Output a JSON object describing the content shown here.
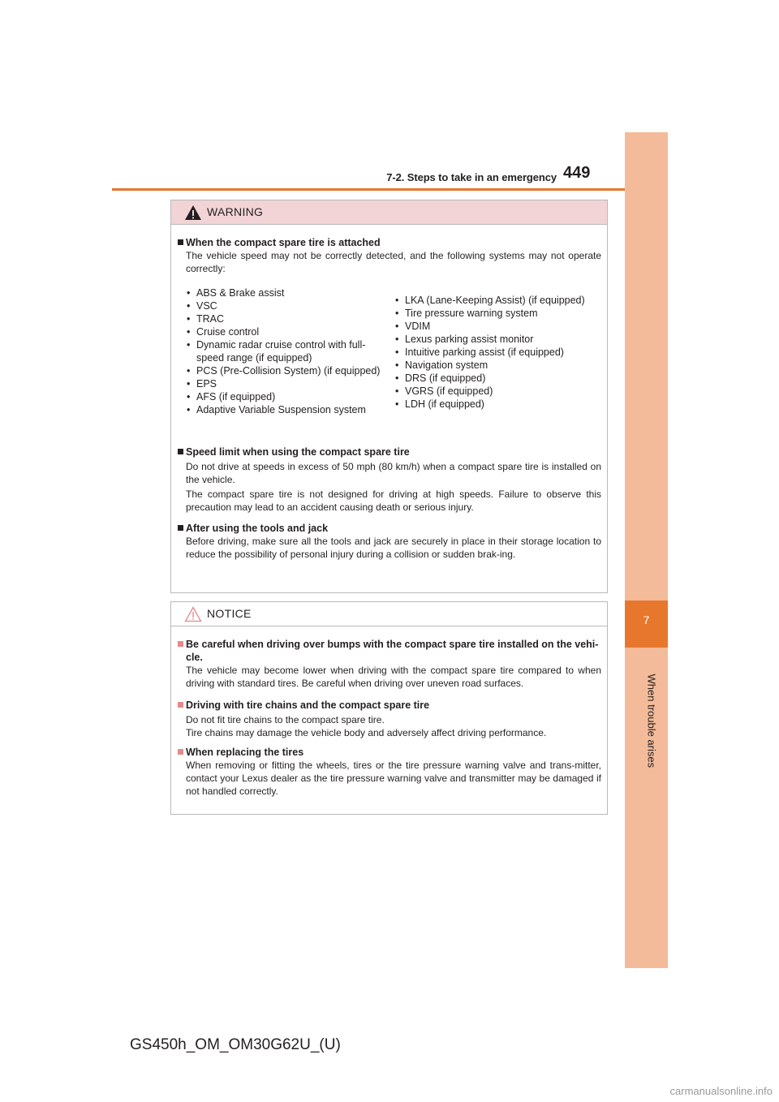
{
  "header": {
    "running_head": "7-2. Steps to take in an emergency",
    "page_number": "449"
  },
  "side_tab": {
    "chapter_number": "7",
    "chapter_label": "When trouble arises"
  },
  "warning": {
    "title": "WARNING",
    "sections": [
      {
        "heading": "When the compact spare tire is attached",
        "body": "The vehicle speed may not be correctly detected, and the following systems may not operate correctly:"
      },
      {
        "heading": "Speed limit when using the compact spare tire",
        "paragraphs": [
          "Do not drive at speeds in excess of 50 mph (80 km/h) when a compact spare tire is installed on the vehicle.",
          "The compact spare tire is not designed for driving at high speeds. Failure to observe this precaution may lead to an accident causing death or serious injury."
        ]
      },
      {
        "heading": "After using the tools and jack",
        "body": "Before driving, make sure all the tools and jack are securely in place in their storage location to reduce the possibility of personal injury during a collision or sudden brak-ing."
      }
    ],
    "systems_left": [
      "ABS & Brake assist",
      "VSC",
      "TRAC",
      "Cruise control",
      "Dynamic radar cruise control with full-speed range (if equipped)",
      "PCS (Pre-Collision System) (if equipped)",
      "EPS",
      "AFS (if equipped)",
      "Adaptive Variable Suspension system"
    ],
    "systems_right": [
      "LKA (Lane-Keeping Assist) (if equipped)",
      "Tire pressure warning system",
      "VDIM",
      "Lexus parking assist monitor",
      "Intuitive parking assist (if equipped)",
      "Navigation system",
      "DRS (if equipped)",
      "VGRS (if equipped)",
      "LDH (if equipped)"
    ]
  },
  "notice": {
    "title": "NOTICE",
    "sections": [
      {
        "heading": "Be careful when driving over bumps with the compact spare tire installed on the vehi-cle.",
        "body": "The vehicle may become lower when driving with the compact spare tire compared to when driving with standard tires. Be careful when driving over uneven road surfaces."
      },
      {
        "heading": "Driving with tire chains and the compact spare tire",
        "body": "Do not fit tire chains to the compact spare tire.",
        "body2": "Tire chains may damage the vehicle body and adversely affect driving performance."
      },
      {
        "heading": "When replacing the tires",
        "body": "When removing or fitting the wheels, tires or the tire pressure warning valve and trans-mitter, contact your Lexus dealer as the tire pressure warning valve and transmitter may be damaged if not handled correctly."
      }
    ]
  },
  "footer": {
    "doc_code": "GS450h_OM_OM30G62U_(U)",
    "watermark": "carmanualsonline.info"
  },
  "colors": {
    "accent_orange": "#e8772e",
    "tab_peach": "#f3bb99",
    "warning_header_pink": "#f2d3d6",
    "notice_bullet_pink": "#e58a8a"
  },
  "icons": {
    "warning": "warning-triangle-icon",
    "notice": "notice-triangle-icon"
  }
}
